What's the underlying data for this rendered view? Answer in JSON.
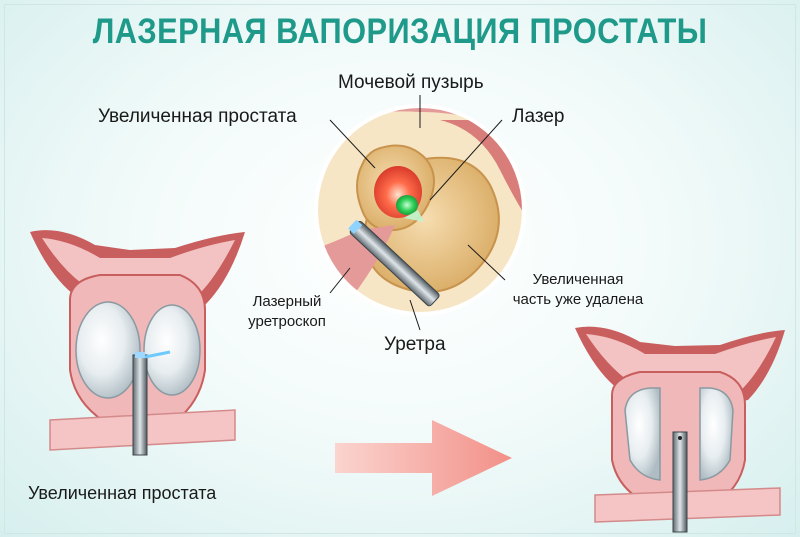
{
  "title": "ЛАЗЕРНАЯ ВАПОРИЗАЦИЯ ПРОСТАТЫ",
  "labels": {
    "bladder": "Мочевой пузырь",
    "enlarged_prostate_top": "Увеличенная простата",
    "laser": "Лазер",
    "laser_urethroscope_line1": "Лазерный",
    "laser_urethroscope_line2": "уретроскоп",
    "enlarged_removed_line1": "Увеличенная",
    "enlarged_removed_line2": "часть уже удалена",
    "urethra": "Уретра",
    "enlarged_prostate_bottom": "Увеличенная простата"
  },
  "colors": {
    "title": "#1f9a8a",
    "arrow": "#f4a6a0",
    "tissue_pink": "#f0b8b8",
    "tissue_dark": "#c95e5e",
    "prostate_cream": "#e9c98f",
    "laser_green": "#2fcf57"
  }
}
